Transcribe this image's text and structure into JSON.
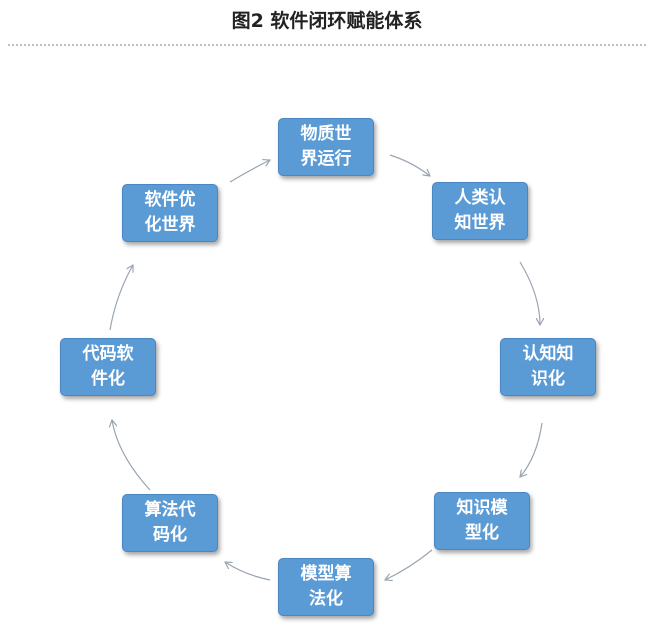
{
  "title": "图2  软件闭环赋能体系",
  "nodes": [
    {
      "id": "n1",
      "line1": "物质世",
      "line2": "界运行"
    },
    {
      "id": "n2",
      "line1": "人类认",
      "line2": "知世界"
    },
    {
      "id": "n3",
      "line1": "认知知",
      "line2": "识化"
    },
    {
      "id": "n4",
      "line1": "知识模",
      "line2": "型化"
    },
    {
      "id": "n5",
      "line1": "模型算",
      "line2": "法化"
    },
    {
      "id": "n6",
      "line1": "算法代",
      "line2": "码化"
    },
    {
      "id": "n7",
      "line1": "代码软",
      "line2": "件化"
    },
    {
      "id": "n8",
      "line1": "软件优",
      "line2": "化世界"
    }
  ],
  "colors": {
    "node_fill": "#5b9bd5",
    "arrow": "#9aa5b1"
  }
}
